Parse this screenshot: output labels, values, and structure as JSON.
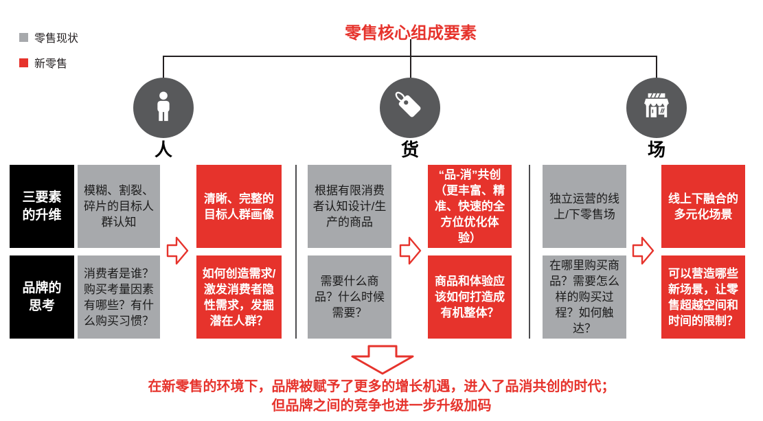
{
  "colors": {
    "accent_red": "#e6332c",
    "status_gray": "#a7a9ac",
    "circle_gray": "#58595b",
    "header_black": "#000000"
  },
  "legend": {
    "items": [
      {
        "label": "零售现状",
        "color": "#a7a9ac"
      },
      {
        "label": "新零售",
        "color": "#e6332c"
      }
    ]
  },
  "header": {
    "title": "零售核心组成要素"
  },
  "pillars": [
    {
      "icon": "person-icon",
      "label": "人"
    },
    {
      "icon": "tag-icon",
      "label": "货"
    },
    {
      "icon": "store-icon",
      "label": "场"
    }
  ],
  "row_headers": [
    {
      "line1": "三要素",
      "line2": "的升维"
    },
    {
      "line1": "品牌的",
      "line2": "思考"
    }
  ],
  "matrix": {
    "groups": [
      {
        "pillar": "人",
        "current_dimension": "模糊、割裂、碎片的目标人群认知",
        "new_dimension": "清晰、完整的目标人群画像",
        "current_thinking": "消费者是谁？购买考量因素有哪些？有什么购买习惯？",
        "new_thinking": "如何创造需求/激发消费者隐性需求，发掘潜在人群？"
      },
      {
        "pillar": "货",
        "current_dimension": "根据有限消费者认知设计/生产的商品",
        "new_dimension": "“品-消”共创（更丰富、精准、快速的全方位优化体验）",
        "current_thinking": "需要什么商品？什么时候需要？",
        "new_thinking": "商品和体验应该如何打造成有机整体？"
      },
      {
        "pillar": "场",
        "current_dimension": "独立运营的线上/下零售场",
        "new_dimension": "线上下融合的多元化场景",
        "current_thinking": "在哪里购买商品？需要怎么样的购买过程？如何触达？",
        "new_thinking": "可以营造哪些新场景，让零售超越空间和时间的限制？"
      }
    ]
  },
  "conclusion": {
    "line1": "在新零售的环境下，品牌被赋予了更多的增长机遇，进入了品消共创的时代；",
    "line2": "但品牌之间的竞争也进一步升级加码"
  }
}
